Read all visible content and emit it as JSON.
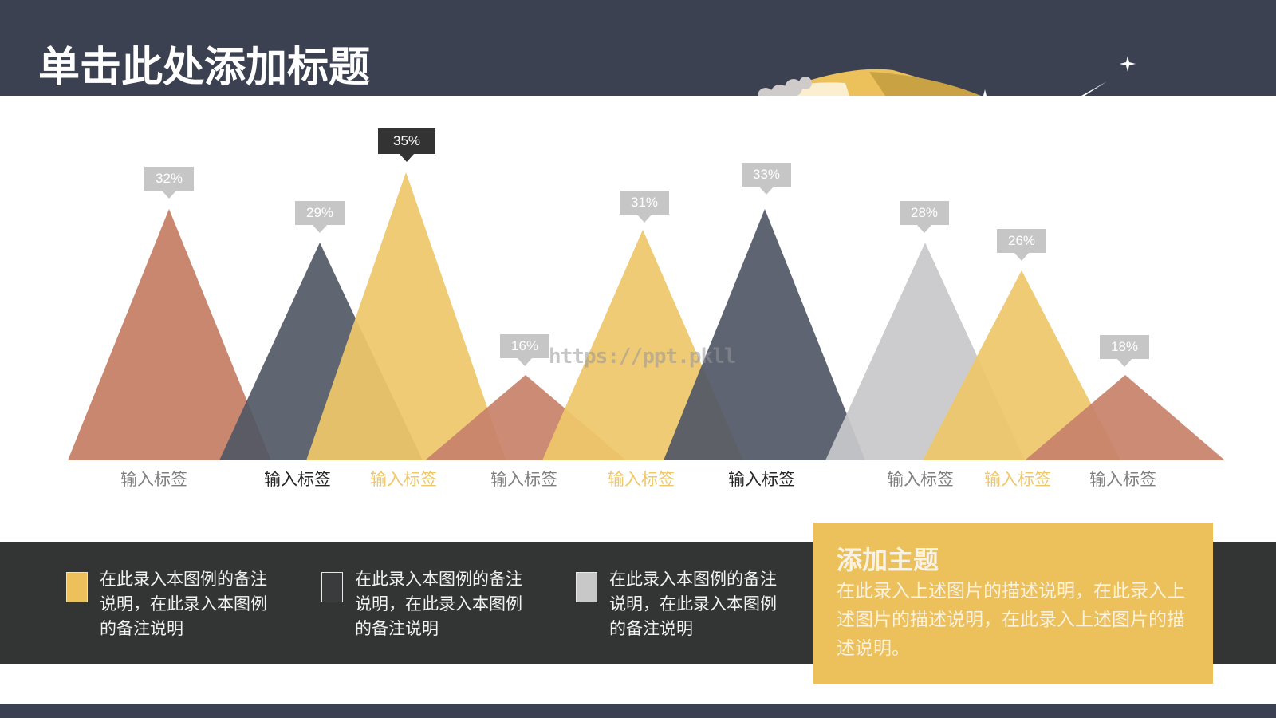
{
  "header": {
    "title": "单击此处添加标题",
    "background_color": "#3b4150"
  },
  "chart_data": {
    "type": "bar",
    "style": "overlapping-triangle (peak) chart",
    "title": "",
    "xlabel": "",
    "ylabel": "",
    "categories": [
      "输入标签",
      "输入标签",
      "输入标签",
      "输入标签",
      "输入标签",
      "输入标签",
      "输入标签",
      "输入标签",
      "输入标签"
    ],
    "values": [
      32,
      29,
      35,
      16,
      31,
      33,
      28,
      26,
      18
    ],
    "value_labels": [
      "32%",
      "29%",
      "35%",
      "16%",
      "31%",
      "33%",
      "28%",
      "26%",
      "18%"
    ],
    "unit": "%",
    "ylim": [
      0,
      35
    ],
    "grid": false,
    "legend_position": "bottom",
    "highlighted_index": 2,
    "colors": [
      "#c8826a",
      "#525866",
      "#efc76a",
      "#c8826a",
      "#efc76a",
      "#525866",
      "#c8c8ca",
      "#efc76a",
      "#c8826a"
    ],
    "label_colors": [
      "#7f7f7f",
      "#262626",
      "#efc76a",
      "#7f7f7f",
      "#efc76a",
      "#262626",
      "#7f7f7f",
      "#efc76a",
      "#7f7f7f"
    ]
  },
  "legend": {
    "items": [
      {
        "text": "在此录入本图例的备注说明，在此录入本图例的备注说明",
        "swatch_color": "#ecc05a"
      },
      {
        "text": "在此录入本图例的备注说明，在此录入本图例的备注说明",
        "swatch_color": "#3a3b3c"
      },
      {
        "text": "在此录入本图例的备注说明，在此录入本图例的备注说明",
        "swatch_color": "#c8c8c8"
      }
    ]
  },
  "topic": {
    "title": "添加主题",
    "description": "在此录入上述图片的描述说明，在此录入上述图片的描述说明，在此录入上述图片的描述说明。",
    "background_color": "#ecc05a"
  },
  "watermark": "https://ppt.pkll"
}
